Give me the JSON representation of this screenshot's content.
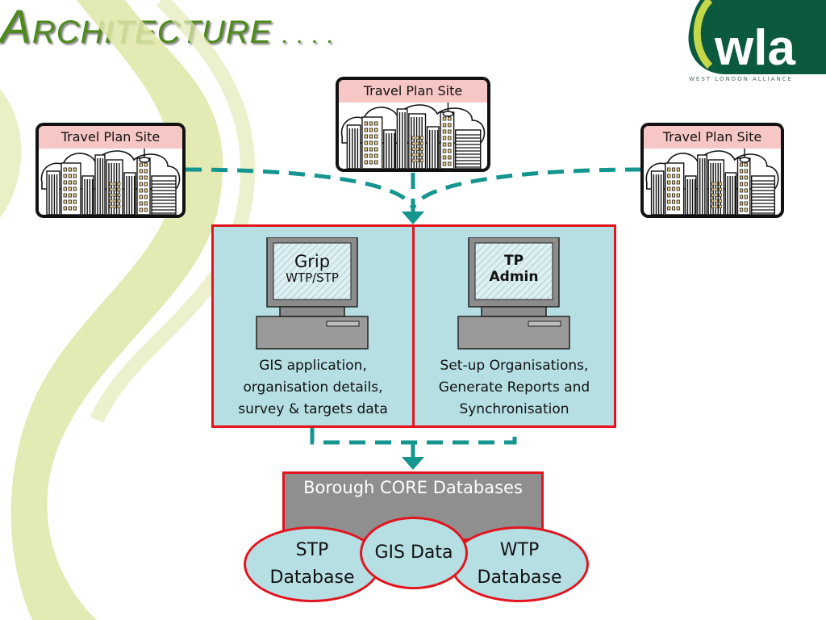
{
  "slide": {
    "title_initial": "A",
    "title_rest": "RCHITECTURE",
    "title_dots": ". . . .",
    "logo_text": "wla",
    "logo_subtitle": "WEST LONDON ALLIANCE"
  },
  "sites": {
    "left": "Travel Plan Site",
    "center": "Travel Plan Site",
    "right": "Travel Plan Site"
  },
  "apps": {
    "grip_line1": "Grip",
    "grip_line2": "WTP/STP",
    "grip_desc_line1": "GIS application,",
    "grip_desc_line2": "organisation details,",
    "grip_desc_line3": "survey & targets data",
    "admin_line1": "TP",
    "admin_line2": "Admin",
    "admin_desc_line1": "Set-up Organisations,",
    "admin_desc_line2": "Generate Reports and",
    "admin_desc_line3": "Synchronisation"
  },
  "databases": {
    "core_title": "Borough CORE Databases",
    "stp_line1": "STP",
    "stp_line2": "Database",
    "gis": "GIS Data",
    "wtp_line1": "WTP",
    "wtp_line2": "Database"
  },
  "colors": {
    "title_green": "#4e8a1c",
    "panel_fill": "#b6dfe3",
    "border_red": "#e3141e",
    "connector_teal": "#14958f",
    "site_label_pink": "#f7c7c5",
    "core_gray": "#8f8f8f",
    "logo_dark_green": "#0b5a3e",
    "logo_lime": "#c6d84a"
  }
}
